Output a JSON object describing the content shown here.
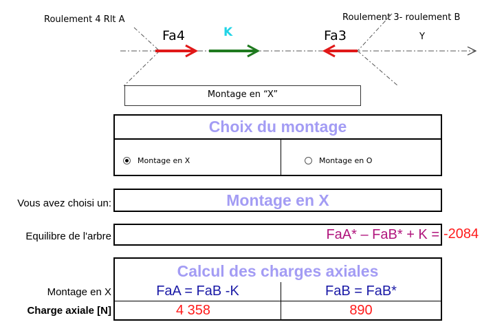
{
  "diagram": {
    "label_left": "Roulement 4 Rlt A",
    "label_right": "Roulement 3- roulement B",
    "fa4": "Fa4",
    "k": "K",
    "fa3": "Fa3",
    "y": "Y",
    "montage_caption": "Montage en “X”",
    "colors": {
      "fa_arrow": "#e01818",
      "k_arrow": "#1f7a1f",
      "k_label": "#22d4e6"
    }
  },
  "choice": {
    "title": "Choix du montage",
    "option_x": "Montage en X",
    "option_o": "Montage en O",
    "selected": "X"
  },
  "chosen": {
    "label": "Vous avez choisi un:",
    "value": "Montage en X"
  },
  "balance": {
    "label": "Equilibre de l'arbre",
    "formula": "FaA* – FaB* + K =",
    "value": "-2084",
    "formula_color": "#b0147c",
    "value_color": "#ff1a1a"
  },
  "axial": {
    "title": "Calcul des charges axiales",
    "row_label_mode": "Montage en X",
    "row_label_charge": "Charge axiale [N]",
    "formula_a": "FaA = FaB -K",
    "formula_b": "FaB = FaB*",
    "value_a": "4 358",
    "value_b": "890"
  }
}
